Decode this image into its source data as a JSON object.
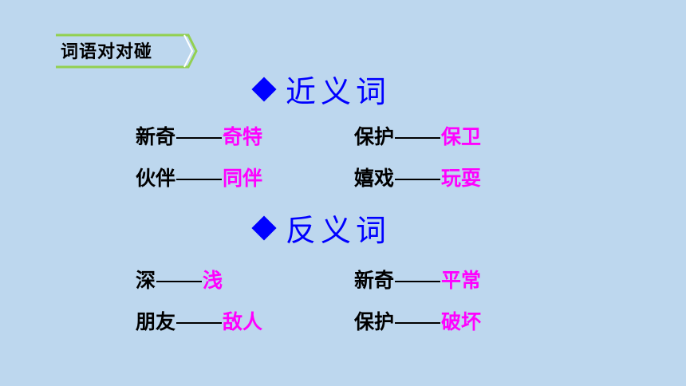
{
  "tag_label": "词语对对碰",
  "sections": [
    {
      "heading": "近义词",
      "pairs": [
        {
          "word": "新奇",
          "answer": "奇特"
        },
        {
          "word": "保护",
          "answer": "保卫"
        },
        {
          "word": "伙伴",
          "answer": "同伴"
        },
        {
          "word": "嬉戏",
          "answer": "玩耍"
        }
      ]
    },
    {
      "heading": "反义词",
      "pairs": [
        {
          "word": "深",
          "answer": "浅"
        },
        {
          "word": "新奇",
          "answer": "平常"
        },
        {
          "word": "朋友",
          "answer": "敌人"
        },
        {
          "word": "保护",
          "answer": "破坏"
        }
      ]
    }
  ],
  "colors": {
    "background": "#bdd7ee",
    "heading": "#0000ff",
    "answer": "#ff00ff",
    "tag_accent": "#92d050"
  }
}
